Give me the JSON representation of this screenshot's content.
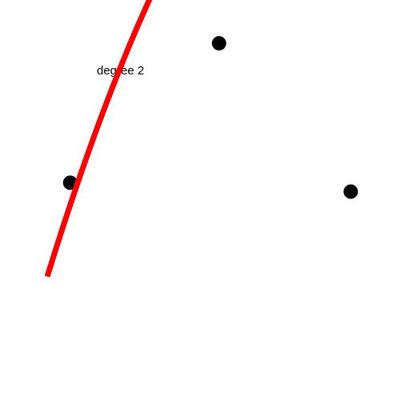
{
  "chart_data": {
    "type": "scatter",
    "title": "",
    "xlabel": "",
    "ylabel": "",
    "grid": false,
    "annotation": "degree 2",
    "x_range": [
      -1,
      6
    ],
    "y_range": [
      -1.2,
      1.2
    ],
    "points": [
      {
        "x": 0.1,
        "y": 0.06
      },
      {
        "x": 2.7,
        "y": 1.0
      },
      {
        "x": 5.0,
        "y": 0.0
      }
    ],
    "fit": {
      "degree": 2,
      "coefficients": [
        -0.2077,
        1.181,
        -0.1141
      ]
    },
    "point_color": "#000000",
    "fit_color": "#ff0000"
  }
}
